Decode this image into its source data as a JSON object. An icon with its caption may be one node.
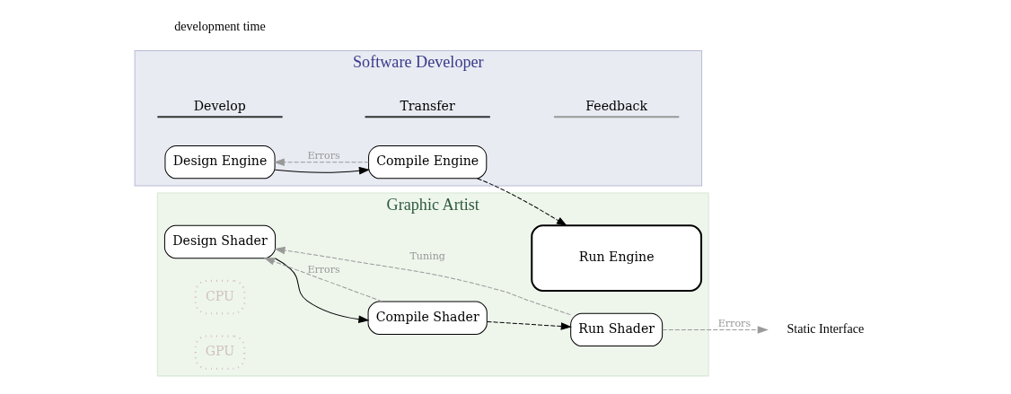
{
  "diagram": {
    "nodes": [
      {
        "text": [
          "Software Developer"
        ]
      },
      {
        "text": [
          "Design Engine"
        ],
        "in": 0
      },
      {
        "text": [
          "Compile Engine"
        ],
        "in": 0
      },
      {
        "text": [
          "Graphic Artist"
        ]
      },
      {
        "text": [
          "Design Shader"
        ],
        "in": 3
      },
      {
        "text": [
          "CPU"
        ],
        "in": 3
      },
      {
        "text": [
          "GPU"
        ],
        "in": 3
      },
      {
        "text": [
          "Run Engine"
        ],
        "in": 3
      },
      {
        "text": [
          "Compile Shader"
        ],
        "in": 3
      },
      {
        "text": [
          "Run Shader"
        ],
        "in": 3
      },
      {
        "text": [
          "Static Interface"
        ]
      }
    ],
    "edges": [
      {
        "from": 1,
        "to": 2,
        "arrow": "to"
      },
      {
        "from": 2,
        "to": 1,
        "arrow": "to",
        "label": "Errors",
        "style": "dashed",
        "color": "#999999"
      },
      {
        "from": 2,
        "to": 7,
        "arrow": "to",
        "style": "dashed"
      },
      {
        "from": 4,
        "to": 8,
        "arrow": "to"
      },
      {
        "from": 8,
        "to": 4,
        "arrow": "to",
        "label": "Errors",
        "style": "dashed",
        "color": "#999999"
      },
      {
        "from": 8,
        "to": 9,
        "arrow": "to",
        "style": "dashed"
      },
      {
        "from": 9,
        "to": 4,
        "arrow": "to",
        "label": "Tuning",
        "style": "dashed",
        "color": "#999999"
      },
      {
        "from": 9,
        "to": 10,
        "arrow": "to",
        "label": "Errors",
        "style": "dashed",
        "color": "#999999"
      }
    ],
    "labels": [
      "development time"
    ],
    "legend": [
      {
        "text": "Develop"
      },
      {
        "text": "Transfer"
      },
      {
        "text": "Feedback"
      }
    ]
  }
}
